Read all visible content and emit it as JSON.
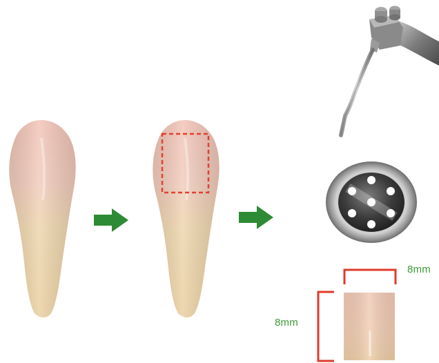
{
  "labels": {
    "width_dimension": "8mm",
    "height_dimension": "8mm"
  },
  "colors": {
    "arrow": "#2e8b35",
    "selection_box": "#e0412f",
    "bracket": "#e03a2a",
    "dimension_text": "#3f9a3a",
    "tooth_crown": "#f0c3b6",
    "tooth_root": "#ead3a8"
  },
  "icons": {
    "step_arrow": "right-arrow-icon",
    "handpiece": "dental-handpiece",
    "disc": "diamond-disc"
  }
}
